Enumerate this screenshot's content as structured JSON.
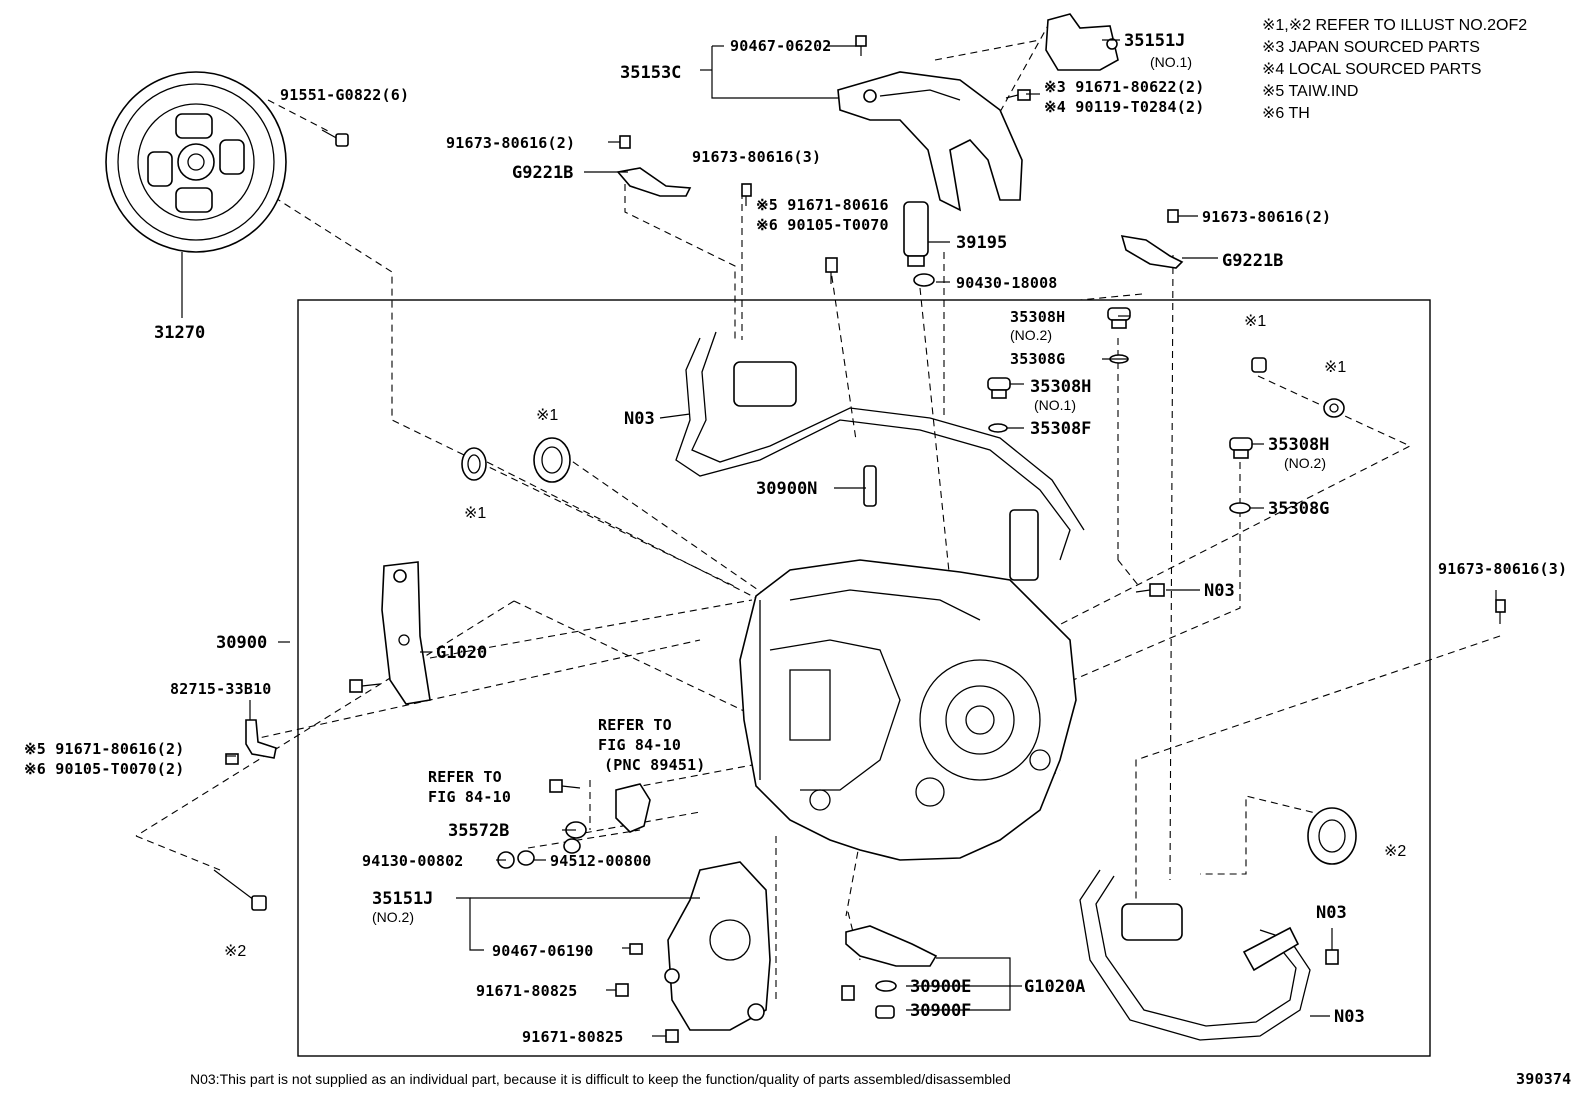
{
  "notes": [
    "※1,※2 REFER TO ILLUST NO.2OF2",
    "※3 JAPAN SOURCED PARTS",
    "※4 LOCAL SOURCED PARTS",
    "※5 TAIW.IND",
    "※6 TH"
  ],
  "labels": {
    "p31270": "31270",
    "p91551": "91551-G0822(6)",
    "p35153C": "35153C",
    "p90467_06202": "90467-06202",
    "p35151J_1": "35151J",
    "p35151J_1_sub": "(NO.1)",
    "p91671_80622": "※3 91671-80622(2)",
    "p90119": "※4 90119-T0284(2)",
    "p91673_2a": "91673-80616(2)",
    "pG9221B_a": "G9221B",
    "p91673_3a": "91673-80616(3)",
    "p91671_5": "※5 91671-80616",
    "p90105_6": "※6 90105-T0070",
    "p39195": "39195",
    "p91673_2b": "91673-80616(2)",
    "pG9221B_b": "G9221B",
    "p90430": "90430-18008",
    "p35308H_2a": "35308H",
    "p35308H_2a_sub": "(NO.2)",
    "p35308G_a": "35308G",
    "p35308H_1": "35308H",
    "p35308H_1_sub": "(NO.1)",
    "p35308F": "35308F",
    "pN03_a": "N03",
    "pRef1_a": "※1",
    "pRef1_b": "※1",
    "pRef1_c": "※1",
    "pRef1_d": "※1",
    "p35308H_2b": "35308H",
    "p35308H_2b_sub": "(NO.2)",
    "p35308G_b": "35308G",
    "p30900N": "30900N",
    "pN03_b": "N03",
    "p91673_3b": "91673-80616(3)",
    "p30900": "30900",
    "pG1020": "G1020",
    "p82715": "82715-33B10",
    "p91671_5b": "※5 91671-80616(2)",
    "p90105_6b": "※6 90105-T0070(2)",
    "pRefTo_a1": "REFER TO",
    "pRefTo_a2": "FIG 84-10",
    "pRefTo_a3": "(PNC 89451)",
    "pRefTo_b1": "REFER TO",
    "pRefTo_b2": "FIG 84-10",
    "p35572B": "35572B",
    "p94130": "94130-00802",
    "p94512": "94512-00800",
    "pRef2_a": "※2",
    "pRef2_b": "※2",
    "p35151J_2": "35151J",
    "p35151J_2_sub": "(NO.2)",
    "p90467_06190": "90467-06190",
    "p91671_80825a": "91671-80825",
    "p91671_80825b": "91671-80825",
    "p30900E": "30900E",
    "p30900F": "30900F",
    "pG1020A": "G1020A",
    "pN03_c": "N03",
    "pN03_d": "N03"
  },
  "footer": "N03:This part is not supplied as an individual part, because it is difficult to keep the function/quality of parts assembled/disassembled",
  "illustration_number": "390374"
}
